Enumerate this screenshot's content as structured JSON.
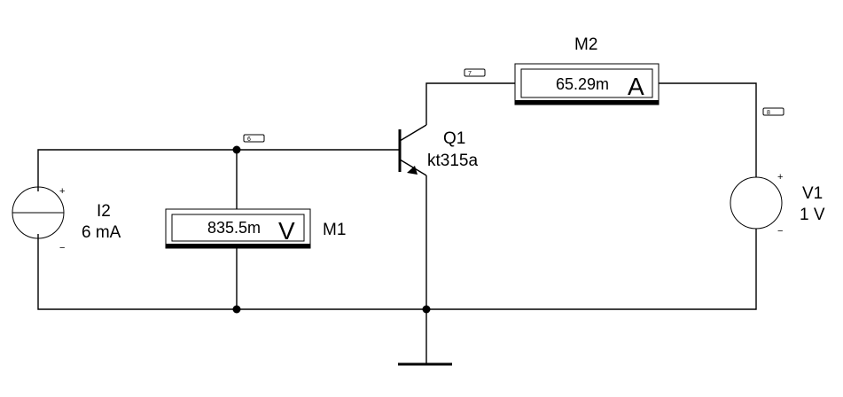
{
  "components": {
    "current_source": {
      "ref": "I2",
      "value": "6 mA",
      "plus": "+",
      "minus": "−"
    },
    "voltage_source": {
      "ref": "V1",
      "value": "1 V",
      "plus": "+",
      "minus": "−"
    },
    "transistor": {
      "ref": "Q1",
      "model": "kt315a"
    },
    "voltmeter": {
      "ref": "M1",
      "reading": "835.5m",
      "unit": "V"
    },
    "ammeter": {
      "ref": "M2",
      "reading": "65.29m",
      "unit": "A"
    }
  },
  "nodes": {
    "node6": "6",
    "node7": "7",
    "node8": "8"
  },
  "colors": {
    "wire": "#000000",
    "background": "#ffffff",
    "meter_shadow": "#000000"
  }
}
